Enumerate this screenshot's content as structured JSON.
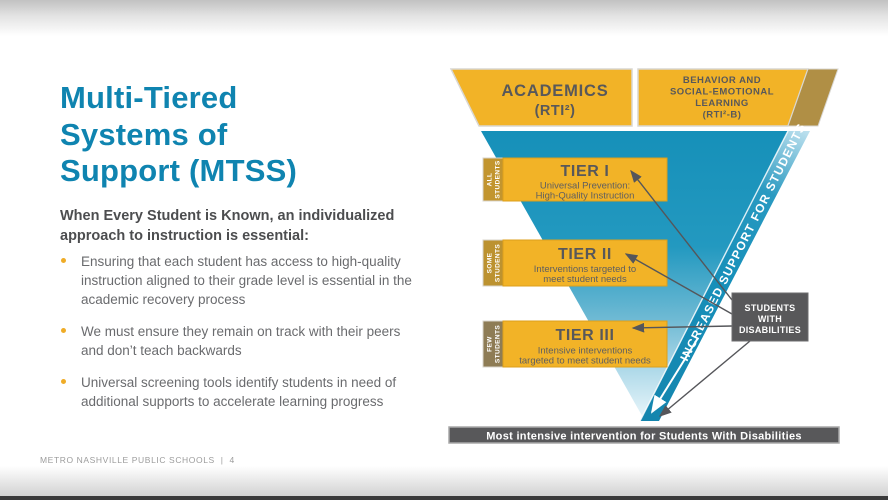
{
  "slide": {
    "title_lines": [
      "Multi-Tiered",
      "Systems of",
      "Support (MTSS)"
    ],
    "subtitle_lines": [
      "When Every Student is Known, an individualized",
      "approach to instruction is essential:"
    ],
    "bullets": [
      {
        "lines": [
          "Ensuring that each student has access to high-quality",
          "instruction aligned to their grade level is essential in the",
          "academic recovery process"
        ]
      },
      {
        "lines": [
          "We must ensure they remain on track with their peers",
          "and don’t teach backwards"
        ]
      },
      {
        "lines": [
          "Universal screening tools identify students in need of",
          "additional supports to accelerate learning progress"
        ]
      }
    ],
    "footer": "METRO NASHVILLE PUBLIC SCHOOLS  |  4"
  },
  "diagram": {
    "academics": {
      "title": "ACADEMICS",
      "subtitle": "(RTI²)"
    },
    "behavior_lines": [
      "BEHAVIOR AND",
      "SOCIAL-EMOTIONAL",
      "LEARNING",
      "(RTI²-B)"
    ],
    "ribbon_label": "INCREASED SUPPORT FOR STUDENTS",
    "tiers": [
      {
        "tab_lines": [
          "ALL",
          "STUDENTS"
        ],
        "title": "TIER I",
        "desc_lines": [
          "Universal Prevention:",
          "High-Quality Instruction"
        ]
      },
      {
        "tab_lines": [
          "SOME",
          "STUDENTS"
        ],
        "title": "TIER II",
        "desc_lines": [
          "Interventions targeted to",
          "meet student needs"
        ]
      },
      {
        "tab_lines": [
          "FEW",
          "STUDENTS"
        ],
        "title": "TIER III",
        "desc_lines": [
          "Intensive interventions",
          "targeted to meet student needs"
        ]
      }
    ],
    "disabilities_lines": [
      "STUDENTS",
      "WITH",
      "DISABILITIES"
    ],
    "bottom_bar": "Most intensive intervention for Students With Disabilities"
  },
  "colors": {
    "title_teal": "#0f84b0",
    "funnel_teal": "#1690ba",
    "gold": "#f2b327",
    "dark_gold_band": "#b08f45",
    "tab_gold": "#c2952f",
    "tab_brown": "#8e7c55",
    "dark_gray": "#58585a",
    "bullet_gold": "#efac27"
  }
}
